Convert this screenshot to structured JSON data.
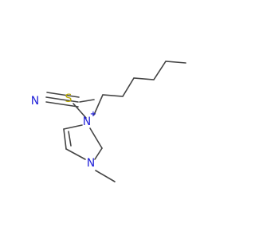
{
  "molecule": {
    "atoms": {
      "nitrile_n": {
        "symbol": "N",
        "color": "#1f1fd8"
      },
      "sulfur": {
        "symbol": "S",
        "color": "#b8a800"
      },
      "ring_n1": {
        "symbol": "N",
        "color": "#1f1fd8",
        "charge": "+"
      },
      "ring_n3": {
        "symbol": "N",
        "color": "#1f1fd8"
      }
    },
    "bond_color": "#444444"
  }
}
